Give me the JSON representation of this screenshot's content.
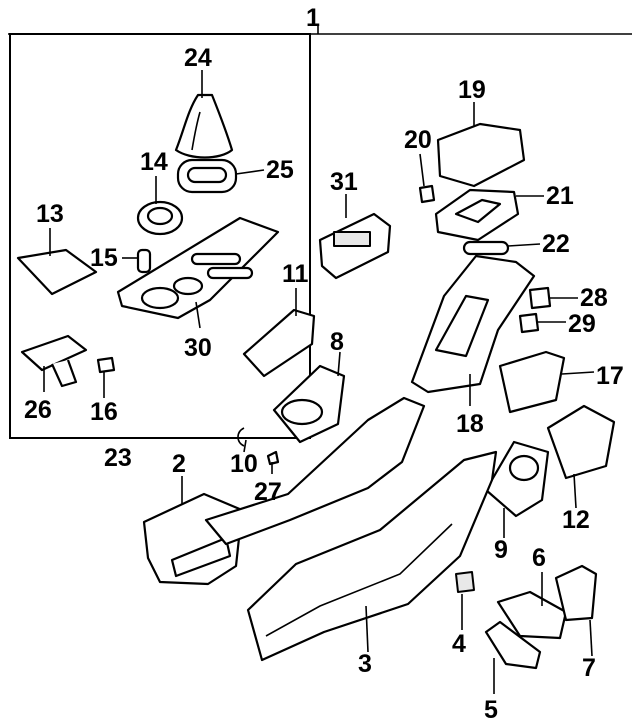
{
  "diagram": {
    "callouts": {
      "c1": "1",
      "c2": "2",
      "c3": "3",
      "c4": "4",
      "c5": "5",
      "c6": "6",
      "c7": "7",
      "c8": "8",
      "c9": "9",
      "c10": "10",
      "c11": "11",
      "c12": "12",
      "c13": "13",
      "c14": "14",
      "c15": "15",
      "c16": "16",
      "c17": "17",
      "c18": "18",
      "c19": "19",
      "c20": "20",
      "c21": "21",
      "c22": "22",
      "c23": "23",
      "c24": "24",
      "c25": "25",
      "c26": "26",
      "c27": "27",
      "c28": "28",
      "c29": "29",
      "c30": "30",
      "c31": "31"
    }
  }
}
